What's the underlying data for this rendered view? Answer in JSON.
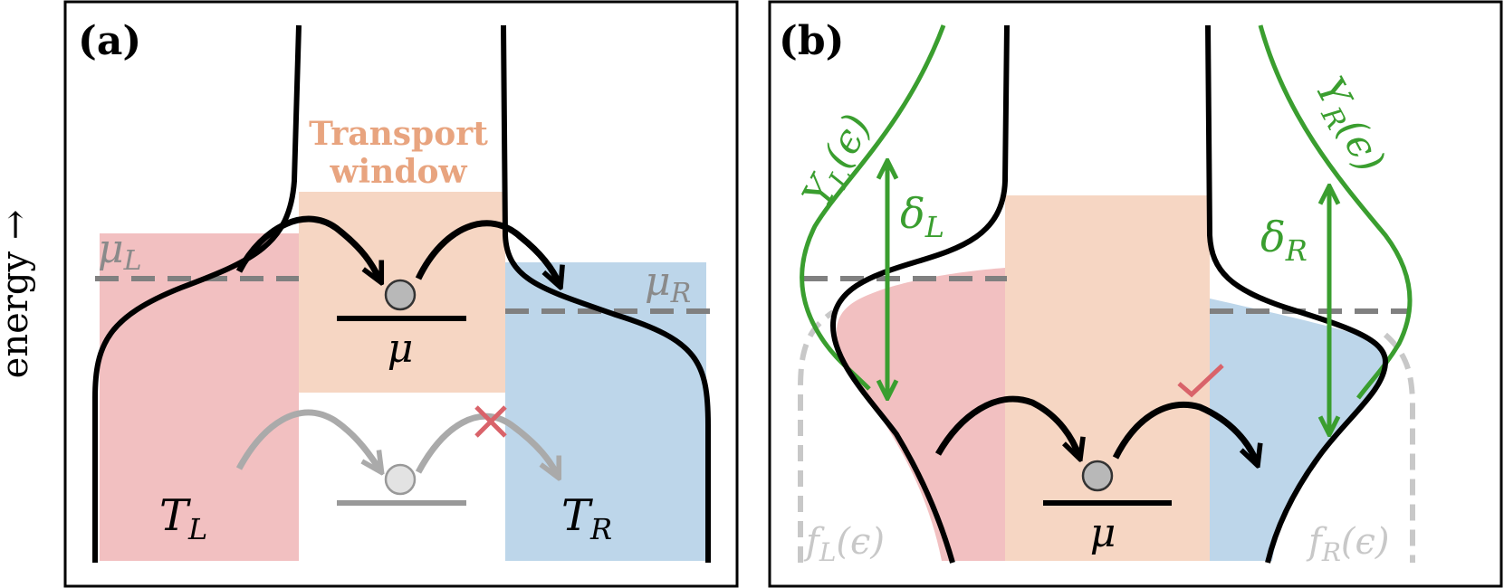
{
  "axis": {
    "energy_label": "energy →"
  },
  "panel_a": {
    "tag": "(a)",
    "window_line1": "Transport",
    "window_line2": "window",
    "mu_left": "μ",
    "mu_left_sub": "L",
    "mu_right": "μ",
    "mu_right_sub": "R",
    "dot_label": "μ",
    "temp_left": "T",
    "temp_left_sub": "L",
    "temp_right": "T",
    "temp_right_sub": "R"
  },
  "panel_b": {
    "tag": "(b)",
    "gamma_left": "Υ",
    "gamma_left_sub": "L",
    "gamma_left_arg": "(ϵ)",
    "gamma_right": "Υ",
    "gamma_right_sub": "R",
    "gamma_right_arg": "(ϵ)",
    "delta_left": "δ",
    "delta_left_sub": "L",
    "delta_right": "δ",
    "delta_right_sub": "R",
    "dot_label": "μ",
    "f_left": "f",
    "f_left_sub": "L",
    "f_left_arg": "(ϵ)",
    "f_right": "f",
    "f_right_sub": "R",
    "f_right_arg": "(ϵ)"
  },
  "colors": {
    "left_bath": "#f2c0c1",
    "right_bath": "#bdd6ea",
    "window": "#f6d6c3",
    "window_text": "#e8a47f",
    "green": "#3a9e2f",
    "gray_dash": "#808080",
    "light_gray": "#c8c8c8",
    "red_mark": "#d9636a"
  }
}
